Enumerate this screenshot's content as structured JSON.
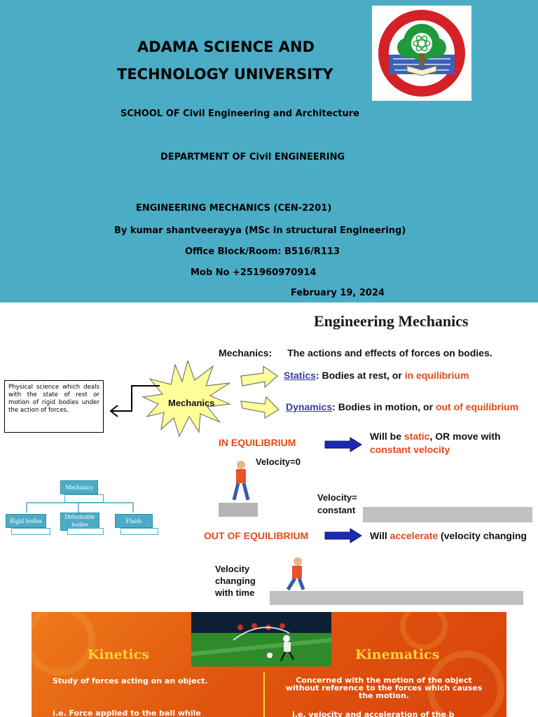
{
  "title_slide": {
    "university_line1": "ADAMA SCIENCE AND",
    "university_line2": "TECHNOLOGY UNIVERSITY",
    "school": "SCHOOL OF Civil Engineering and Architecture",
    "department": "DEPARTMENT OF Civil ENGINEERING",
    "course": "ENGINEERING MECHANICS (CEN-2201)",
    "author": "By kumar shantveerayya (MSc in structural Engineering)",
    "office": "Office Block/Room: B516/R113",
    "mobile": "Mob  No +251960970914",
    "date": "February 19, 2024",
    "colors": {
      "background": "#4bacc6",
      "logo_ring": "#d42027",
      "logo_tree": "#1f9a3a"
    }
  },
  "mechanics": {
    "title": "Engineering Mechanics",
    "starburst_label": "Mechanics",
    "definition_label": "Mechanics:",
    "definition_text": "The actions and effects of forces on bodies.",
    "statics_term": "Statics",
    "statics_text": ":  Bodies at rest, or ",
    "statics_highlight": "in equilibrium",
    "dynamics_term": "Dynamics",
    "dynamics_text": ":  Bodies in motion, or ",
    "dynamics_highlight": "out of equilibrium",
    "side_definition": "Physical science which deals with the state of rest or motion of rigid bodies under the action of forces.",
    "in_equilibrium_label": "IN EQUILIBRIUM",
    "static_text_a": "Will be ",
    "static_highlight": "static",
    "static_text_b": ", OR move with",
    "static_highlight2": "constant velocity",
    "velocity_zero": "Velocity=0",
    "velocity_constant_1": "Velocity=",
    "velocity_constant_2": "constant",
    "out_equilibrium_label": "OUT OF EQUILIBRIUM",
    "accel_text_a": "Will ",
    "accel_highlight": "accelerate",
    "accel_text_b": " (velocity changing",
    "velocity_time_1": "Velocity",
    "velocity_time_2": "changing",
    "velocity_time_3": "with time",
    "tree": {
      "root": "Mechanics",
      "children": [
        "Rigid bodies",
        "Deformable bodies",
        "Fluids"
      ]
    },
    "colors": {
      "highlight": "#e04a1a",
      "term": "#3a3aa8",
      "arrow_fill": "#ffff99",
      "blue_arrow": "#1a2ab8"
    }
  },
  "kinetics_slide": {
    "kinetics_title": "Kinetics",
    "kinematics_title": "Kinematics",
    "kinetics_desc": "Study of forces acting on an object.",
    "kinematics_desc_1": "Concerned with the motion of the object",
    "kinematics_desc_2": "without reference to the forces which causes",
    "kinematics_desc_3": "the motion.",
    "kinetics_example": "i.e. Force applied to the ball while",
    "kinematics_example": "i.e. velocity and acceleration of the b"
  }
}
